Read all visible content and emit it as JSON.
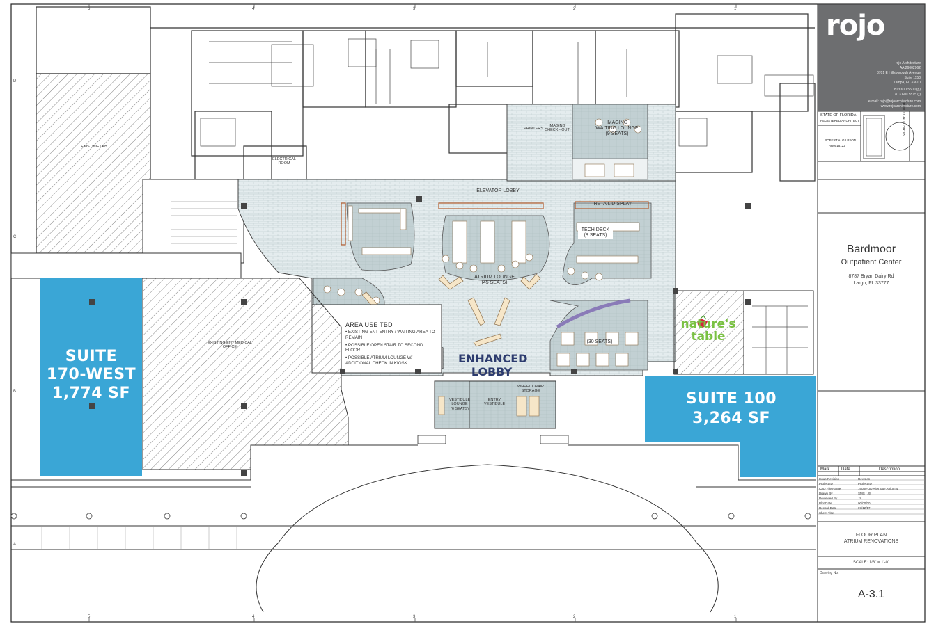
{
  "firm": {
    "logo": "rojo",
    "name": "rojo Architecture",
    "license": "AA 26002962",
    "address1": "8701 E Hillsborough Avenue",
    "address2": "Suite 1150",
    "city": "Tampa, FL 33610",
    "phone1": "813 600 5500 (p)",
    "phone2": "813 600 5515 (f)",
    "email": "e-mail: rojo@rojoarchitecture.com",
    "web": "www.rojoarchitecture.com"
  },
  "seal": {
    "state": "STATE OF FLORIDA",
    "registered": "REGISTERED ARCHITECT",
    "architect": "ROBERT A. GILBSON",
    "number": "AR0015122",
    "signed": "SIGNED ON: 00.00.00"
  },
  "project": {
    "name": "Bardmoor",
    "subtitle": "Outpatient Center",
    "address": "8787 Bryan Dairy Rd",
    "city": "Largo, FL 33777"
  },
  "revisions": {
    "headers": [
      "Mark",
      "Date",
      "Description"
    ],
    "fields": [
      {
        "k": "Issue/Revision",
        "v": "Revision"
      },
      {
        "k": "Project ID",
        "v": "Project ID"
      },
      {
        "k": "CAD File Name",
        "v": "16089-DD Alternate Atrium 4"
      },
      {
        "k": "Drawn By",
        "v": "SMS / JS"
      },
      {
        "k": "Reviewed By",
        "v": "JS"
      },
      {
        "k": "Plot Date",
        "v": "00/00/00"
      },
      {
        "k": "Record Date",
        "v": "07/12/17"
      },
      {
        "k": "Sheet Title",
        "v": ""
      }
    ]
  },
  "sheet": {
    "title1": "FLOOR PLAN",
    "title2": "ATRIUM RENOVATIONS",
    "scale": "SCALE: 1/8\" = 1'-0\"",
    "drawing_no_label": "Drawing No.",
    "number": "A-3.1"
  },
  "grid": {
    "top": [
      "5",
      "4",
      "3",
      "2",
      "1"
    ],
    "bottom": [
      "5",
      "4",
      "3",
      "2",
      "1"
    ],
    "side": [
      "D",
      "C",
      "B",
      "A"
    ]
  },
  "suites": {
    "west": {
      "line1": "SUITE",
      "line2": "170-WEST",
      "line3": "1,774 SF"
    },
    "s100": {
      "line1": "SUITE 100",
      "line2": "3,264 SF"
    }
  },
  "brand": {
    "natures": "nature's",
    "table": "table"
  },
  "enhanced": {
    "line1": "ENHANCED",
    "line2": "LOBBY"
  },
  "area_tbd": {
    "title": "AREA USE TBD",
    "items": [
      "• EXISTING ENT ENTRY / WAITING AREA TO REMAIN",
      "• POSSIBLE OPEN STAIR TO SECOND FLOOR",
      "• POSSIBLE ATRIUM LOUNGE W/ ADDITIONAL CHECK IN KIOSK"
    ]
  },
  "rooms": {
    "elevator_lobby": "ELEVATOR LOBBY",
    "retail_display": "RETAIL DISPLAY",
    "tech_deck": "TECH DECK",
    "tech_seats": "(8 SEATS)",
    "atrium_lounge": "ATRIUM LOUNGE",
    "atrium_seats": "(45 SEATS)",
    "imaging_lounge": "IMAGING",
    "imaging_lounge2": "WAITING LOUNGE",
    "imaging_seats": "(9 SEATS)",
    "seats_30": "(30 SEATS)",
    "existing_lab": "EXISTING LAB",
    "electrical": "ELECTRICAL ROOM",
    "existing_ent": "EXISTING ENT MEDICAL OFFICE",
    "printers": "PRINTERS",
    "imaging_checkout": "IMAGING CHECK - OUT",
    "entry_vestibule": "ENTRY VESTIBULE",
    "vestibule_lounge": "VESTIBULE LOUNGE",
    "vestibule_seats": "(6 SEATS)",
    "wheelchair": "WHEEL CHAIR STORAGE"
  },
  "colors": {
    "suite_blue": "#3aa6d6",
    "floor_tile": "#dfe8ea",
    "lounge_fill": "#bccccf",
    "navy": "#2c3b6e",
    "green": "#7ac143"
  }
}
